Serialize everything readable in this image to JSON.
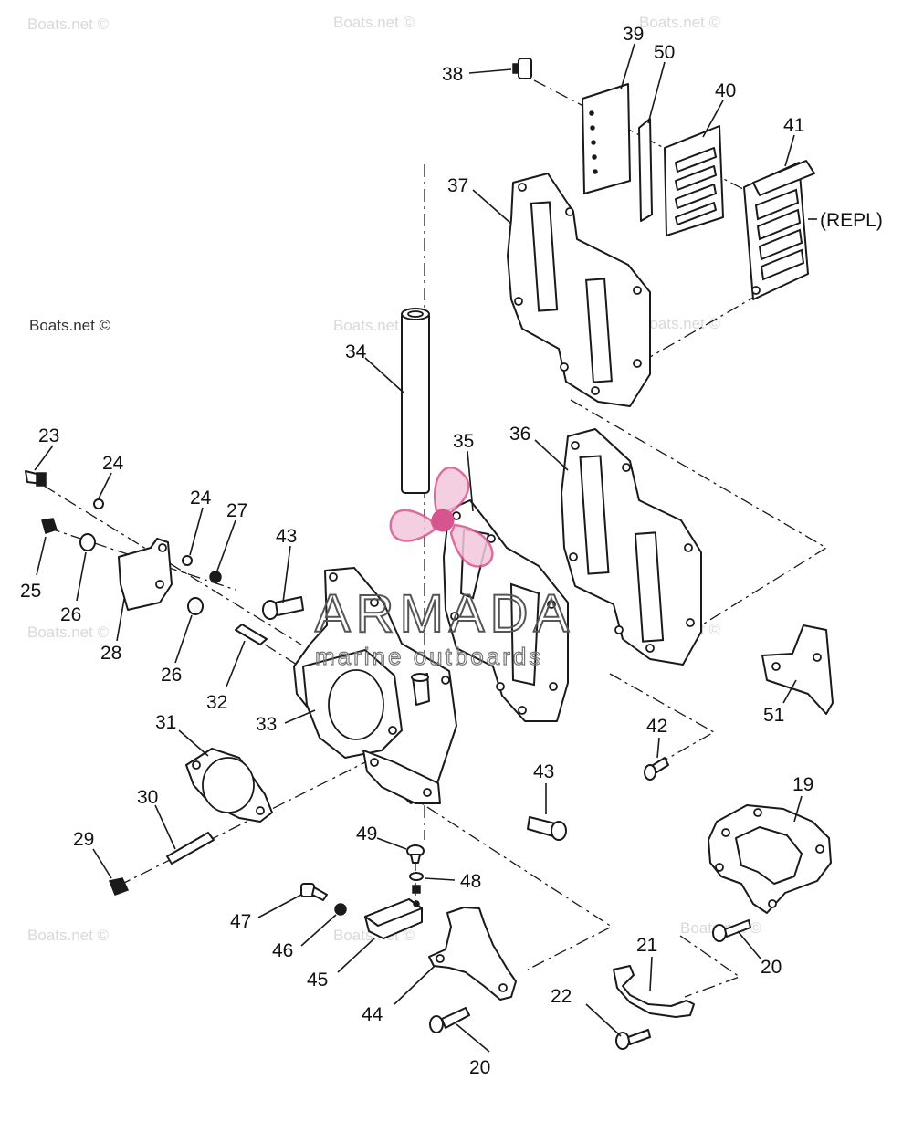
{
  "watermark": {
    "main": "Boats.net ©",
    "faint": "Boats.net ©"
  },
  "brand": {
    "name": "ARMADA",
    "tagline": "marine outboards"
  },
  "callouts": {
    "c19": "19",
    "c20a": "20",
    "c20b": "20",
    "c21": "21",
    "c22": "22",
    "c23": "23",
    "c24a": "24",
    "c24b": "24",
    "c25": "25",
    "c26a": "26",
    "c26b": "26",
    "c27": "27",
    "c28": "28",
    "c29": "29",
    "c30": "30",
    "c31": "31",
    "c32": "32",
    "c33": "33",
    "c34": "34",
    "c35": "35",
    "c36": "36",
    "c37": "37",
    "c38": "38",
    "c39": "39",
    "c40": "40",
    "c41": "41",
    "c42": "42",
    "c43a": "43",
    "c43b": "43",
    "c44": "44",
    "c45": "45",
    "c46": "46",
    "c47": "47",
    "c48": "48",
    "c49": "49",
    "c50": "50",
    "c51": "51"
  },
  "note_repl": "(REPL)",
  "colors": {
    "line": "#1a1a1a",
    "watermark": "#d9d9d9",
    "logo_pink": "#d8548f",
    "logo_gray": "#555555"
  }
}
